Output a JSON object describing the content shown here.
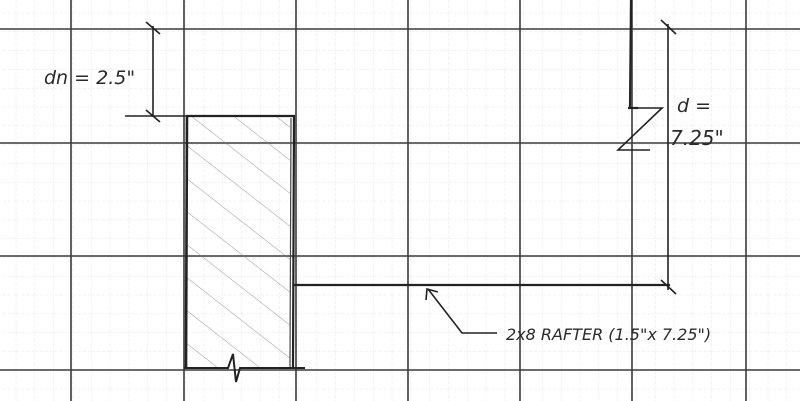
{
  "dimension_dn": "dn = 2.5\"",
  "dimension_d_line1": "d =",
  "dimension_d_line2": "7.25\"",
  "rafter_label": "2x8 RAFTER (1.5\"x 7.25\")"
}
